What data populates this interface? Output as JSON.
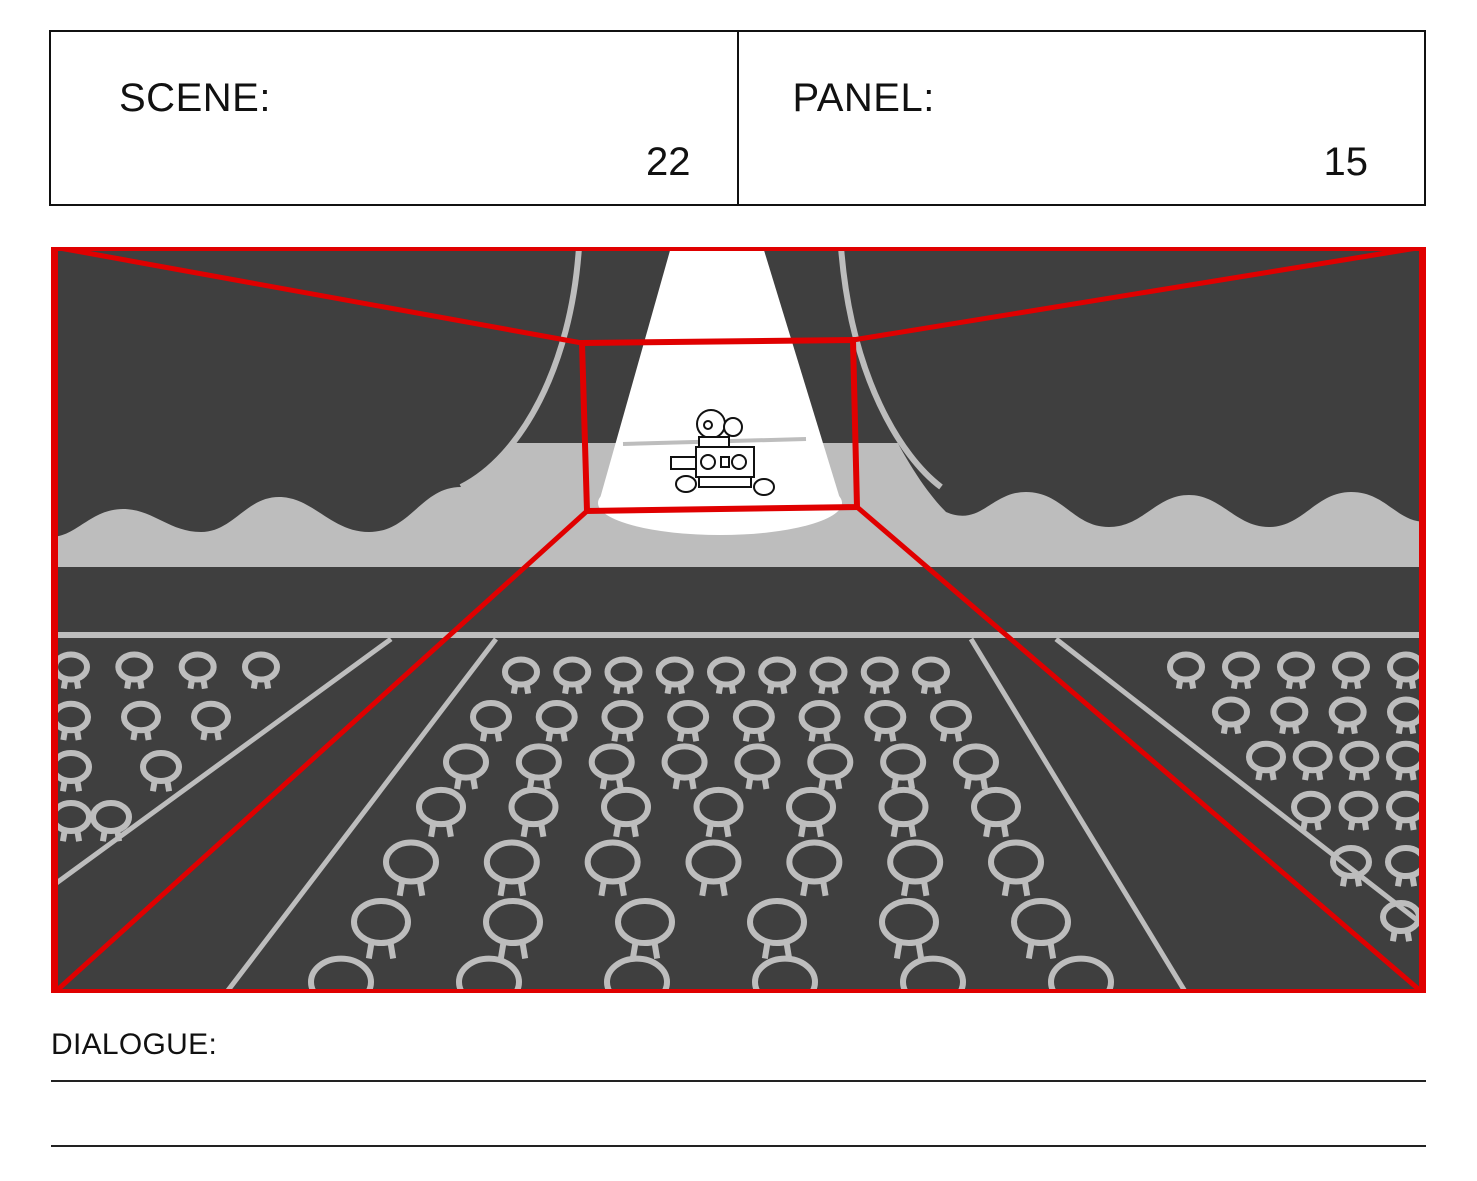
{
  "header": {
    "scene_label": "SCENE:",
    "scene_value": "22",
    "panel_label": "PANEL:",
    "panel_value": "15"
  },
  "panel_image": {
    "content": "storyboard drawing",
    "colors": {
      "background": "#3f3f3f",
      "light_gray": "#bdbdbd",
      "spotlight": "#ffffff",
      "camera_guide": "#e00000"
    }
  },
  "dialogue": {
    "label": "DIALOGUE:"
  }
}
